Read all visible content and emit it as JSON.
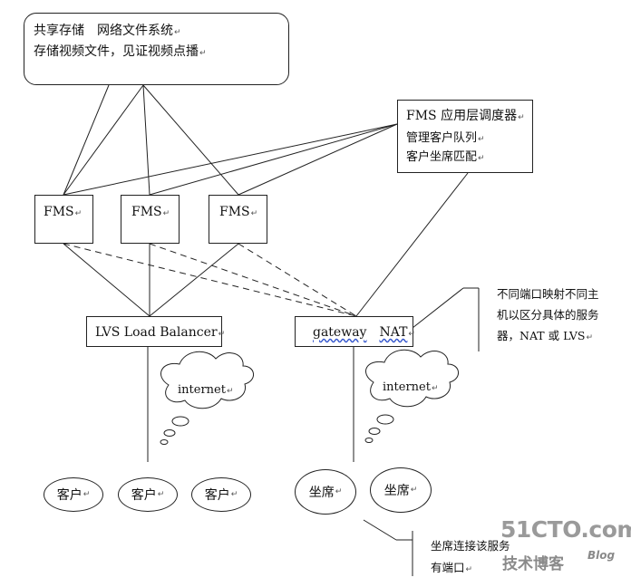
{
  "storage": {
    "line1": "共享存储　网络文件系统",
    "line2": "存储视频文件，见证视频点播"
  },
  "scheduler": {
    "title": "FMS 应用层调度器",
    "item1": "管理客户队列",
    "item2": "客户坐席匹配"
  },
  "fms_servers": [
    "FMS",
    "FMS",
    "FMS"
  ],
  "lvs": {
    "label": "LVS Load Balancer"
  },
  "gateway": {
    "label_a": "gateway",
    "label_b": "NAT"
  },
  "clouds": [
    "internet",
    "internet"
  ],
  "clients": [
    "客户",
    "客户",
    "客户"
  ],
  "agents": [
    "坐席",
    "坐席"
  ],
  "note_ports": {
    "line1": "不同端口映射不同主",
    "line2": "机以区分具体的服务",
    "line3": "器，NAT 或 LVS"
  },
  "note_agent": {
    "line1": "坐席连接该服务",
    "line2": "有端口"
  },
  "para_mark": "↵",
  "watermark": {
    "main": "51CTO.com",
    "sub": "技术博客",
    "blog": "Blog"
  },
  "colors": {
    "line": "#222222",
    "wavy_underline": "#3355cc",
    "watermark": "#9a9a9a"
  }
}
